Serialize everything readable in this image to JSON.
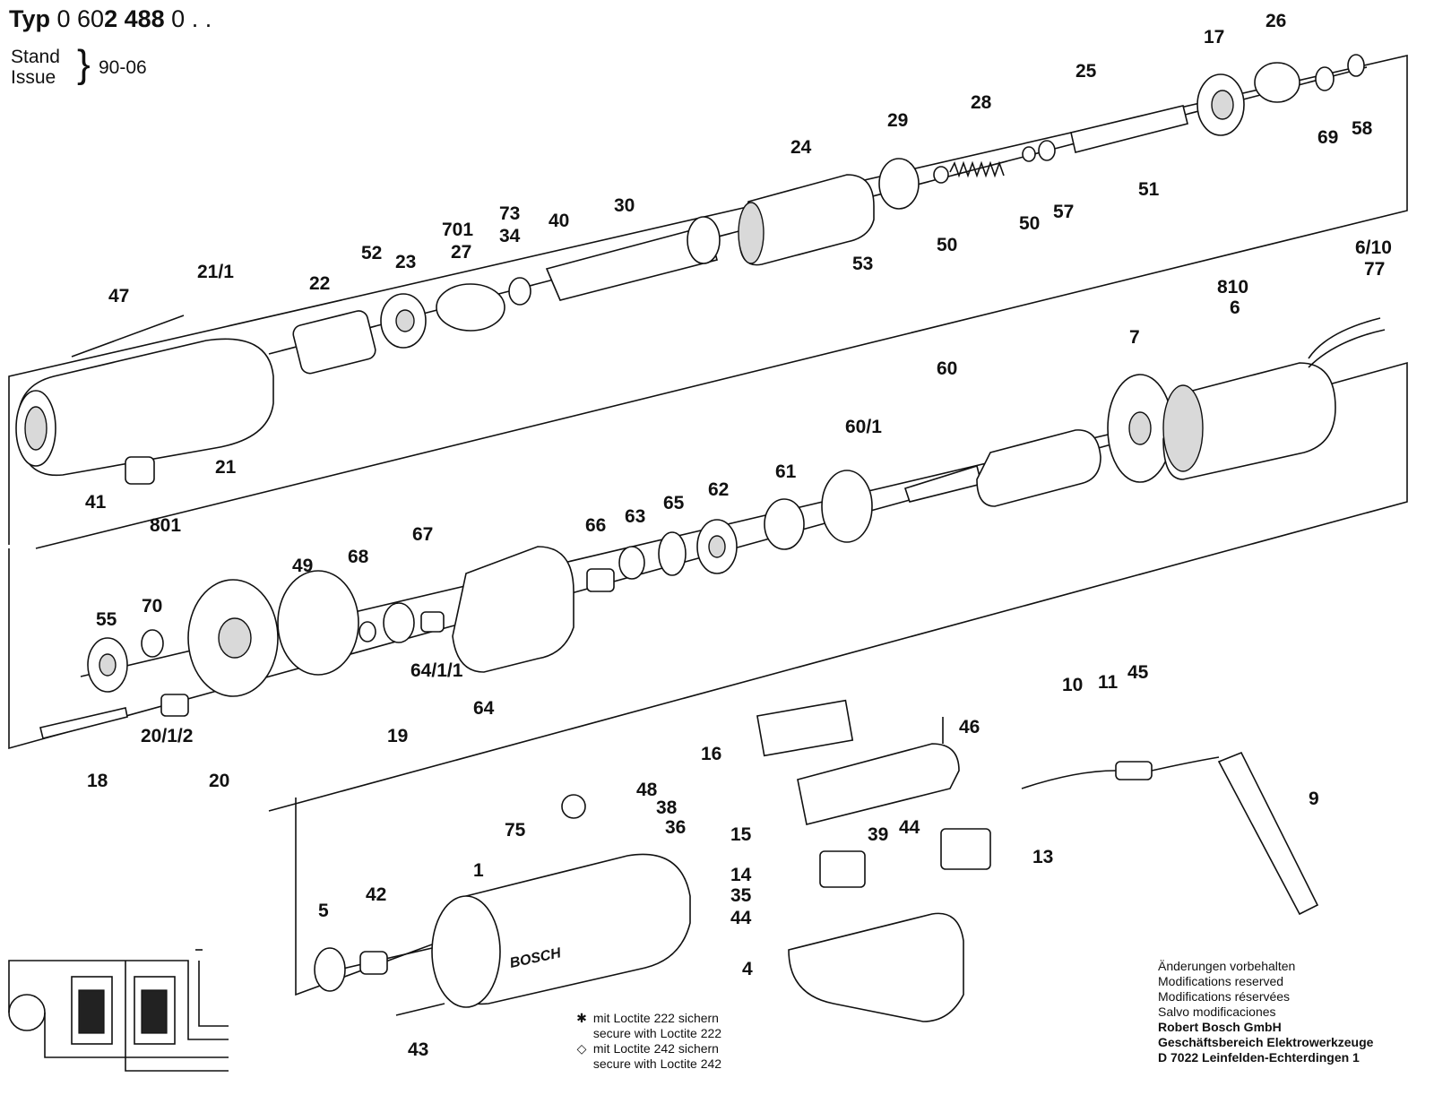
{
  "header": {
    "typ_label": "Typ",
    "typ_number_a": "0 60",
    "typ_number_b": "2 488",
    "typ_number_c": "0 . .",
    "stand": "Stand",
    "issue": "Issue",
    "version": "90-06"
  },
  "labels": {
    "p26": "26",
    "p17": "17",
    "p25": "25",
    "p28": "28",
    "p29": "29",
    "p24": "24",
    "p69": "69",
    "p58": "58",
    "p51": "51",
    "p50a": "50",
    "p50b": "50",
    "p57": "57",
    "p30": "30",
    "p40": "40",
    "p73": "73",
    "p34": "34",
    "p701": "701",
    "p27": "27",
    "p23": "23",
    "p52": "52",
    "p22": "22",
    "p21_1": "21/1",
    "p47": "47",
    "p53": "53",
    "p21": "21",
    "p41": "41",
    "p801": "801",
    "p6_10": "6/10",
    "p77": "77",
    "p810": "810",
    "p6": "6",
    "p7": "7",
    "p60": "60",
    "p60_1": "60/1",
    "p61": "61",
    "p62": "62",
    "p65": "65",
    "p63": "63",
    "p66": "66",
    "p67": "67",
    "p68": "68",
    "p49": "49",
    "p70": "70",
    "p55": "55",
    "p64_1_1": "64/1/1",
    "p64": "64",
    "p19": "19",
    "p20_1_2": "20/1/2",
    "p20": "20",
    "p18": "18",
    "p45": "45",
    "p11": "11",
    "p10": "10",
    "p46": "46",
    "p16": "16",
    "p9": "9",
    "p48": "48",
    "p38": "38",
    "p36": "36",
    "p75": "75",
    "p15": "15",
    "p39": "39",
    "p44a": "44",
    "p13": "13",
    "p14": "14",
    "p35": "35",
    "p44b": "44",
    "p1": "1",
    "p5": "5",
    "p42": "42",
    "p4": "4",
    "p43": "43"
  },
  "brand": "BOSCH",
  "notes": {
    "line1": "Änderungen vorbehalten",
    "line2": "Modifications reserved",
    "line3": "Modifications réservées",
    "line4": "Salvo modificaciones",
    "line5": "Robert Bosch GmbH",
    "line6": "Geschäftsbereich Elektrowerkzeuge",
    "line7": "D 7022 Leinfelden-Echterdingen 1"
  },
  "loctite": {
    "star_de": "mit Loctite 222 sichern",
    "star_en": "secure with Loctite 222",
    "diamond_de": "mit Loctite 242 sichern",
    "diamond_en": "secure with Loctite 242"
  }
}
